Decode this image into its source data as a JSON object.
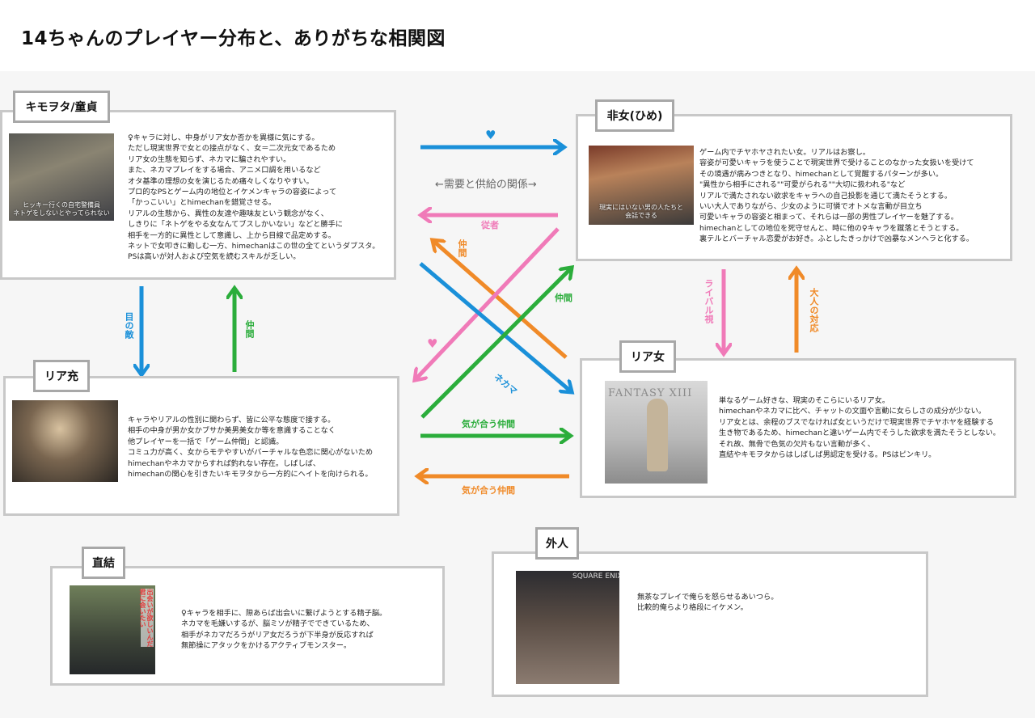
{
  "title": "14ちゃんのプレイヤー分布と、ありがちな相関図",
  "center_label": "←需要と供給の関係→",
  "colors": {
    "blue": "#1a90d9",
    "pink": "#f07ab8",
    "green": "#2bad3b",
    "orange": "#f08a28"
  },
  "cards": {
    "kimota": {
      "title": "キモヲタ/童貞",
      "photo_caption": "ヒッキー行くの自宅警備員\nネトゲをしないとやってられない",
      "description": "♀キャラに対し、中身がリア女か否かを異様に気にする。\nただし現実世界で女との接点がなく、女＝二次元女であるため\nリア女の生態を知らず、ネカマに騙されやすい。\nまた、ネカマプレイをする場合、アニメ口調を用いるなど\nオタ基準の理想の女を演じるため痛々しくなりやすい。\nプロ的なPSとゲーム内の地位とイケメンキャラの容姿によって\n「かっこいい」とhimechanを錯覚させる。\nリアルの生態から、異性の友達や趣味友という観念がなく、\nしきりに「ネトゲをやる女なんてブスしかいない」などと勝手に\n相手を一方的に異性として意識し、上から目線で品定めする。\nネットで女叩きに勤しむ一方、himechanはこの世の全てというダブスタ。\nPSは高いが対人および空気を読むスキルが乏しい。"
    },
    "hime": {
      "title": "非女(ひめ)",
      "photo_caption": "現実にはいない男の人たちと\n会話できる",
      "description": "ゲーム内でチヤホヤされたい女。リアルはお察し。\n容姿が可愛いキャラを使うことで現実世界で受けることのなかった女扱いを受けて\nその境遇が病みつきとなり、himechanとして覚醒するパターンが多い。\n\"異性から相手にされる\"\"可愛がられる\"\"大切に扱われる\"など\nリアルで満たされない欲求をキャラへの自己投影を通じて満たそうとする。\nいい大人でありながら、少女のように可憐でオトメな言動が目立ち\n可愛いキャラの容姿と相まって、それらは一部の男性プレイヤーを魅了する。\nhimechanとしての地位を死守せんと、時に他の♀キャラを蹴落とそうとする。\n裏テルとバーチャル恋愛がお好き。ふとしたきっかけで凶暴なメンヘラと化する。"
    },
    "riajuu": {
      "title": "リア充",
      "description": "キャラやリアルの性別に関わらず、皆に公平な態度で接する。\n相手の中身が男か女かブサか美男美女か等を意識することなく\n他プレイヤーを一括で「ゲーム仲間」と認識。\nコミュ力が高く、女からモテやすいがバーチャルな色恋に関心がないため\nhimechanやネカマからすれば釣れない存在。しばしば、\nhimechanの関心を引きたいキモヲタから一方的にヘイトを向けられる。"
    },
    "riajo": {
      "title": "リア女",
      "photo_text": "FANTASY XIII",
      "description": "単なるゲーム好きな、現実のそこらにいるリア女。\nhimechanやネカマに比べ、チャットの文面や言動に女らしさの成分が少ない。\nリア女とは、余程のブスでなければ女というだけで現実世界でチヤホヤを経験する\n生き物であるため、himechanと違いゲーム内でそうした欲求を満たそうとしない。\nそれ故、無骨で色気の欠片もない言動が多く、\n直結やキモヲタからはしばしば男認定を受ける。PSはピンキリ。"
    },
    "chokketsu": {
      "title": "直結",
      "photo_caption": "出会いが欲しいんだ\n君に会いたい",
      "description": "♀キャラを相手に、隙あらば出会いに繋げようとする精子脳。\nネカマを毛嫌いするが、脳ミソが精子でできているため、\n相手がネカマだろうがリア女だろうが下半身が反応すれば\n無節操にアタックをかけるアクティブモンスター。"
    },
    "gaijin": {
      "title": "外人",
      "photo_text": "SQUARE ENIX",
      "description": "無茶なプレイで俺らを怒らせるあいつら。\n比較的俺らより格段にイケメン。"
    }
  },
  "arrow_labels": {
    "me_no_teki": "目の敵",
    "nakama_left": "仲間",
    "juusha": "従者",
    "nakama_orange": "仲間",
    "nakama_green": "仲間",
    "nekama": "ネカマ",
    "kigaau_green": "気が合う仲間",
    "kigaau_orange": "気が合う仲間",
    "rival": "ライバル視",
    "otona": "大人の対応",
    "heart_top": "♥",
    "heart_mid": "♥"
  }
}
